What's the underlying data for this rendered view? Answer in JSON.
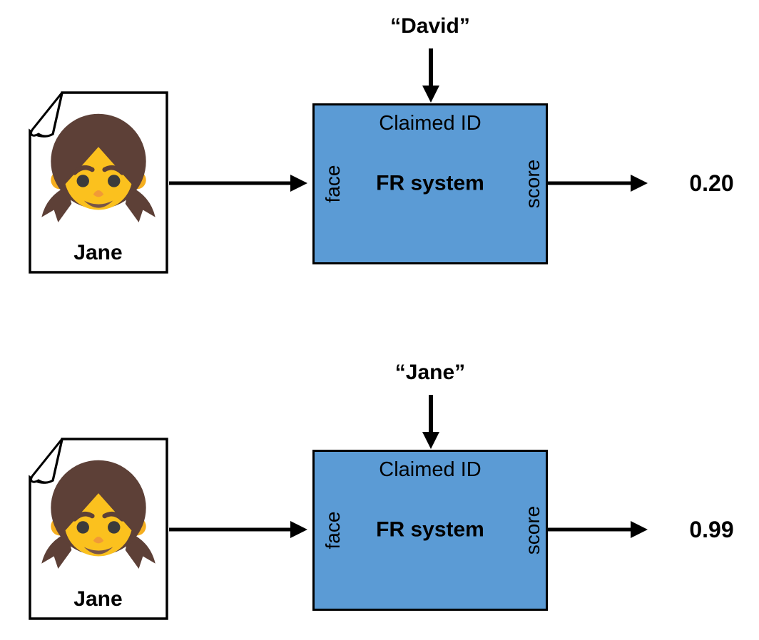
{
  "figure": {
    "colors": {
      "fr_box_fill": "#5B9BD5",
      "fr_box_border": "#000000",
      "arrow": "#000000",
      "document_fill": "#FFFFFF",
      "text": "#000000"
    },
    "icons": {
      "probe_image": "girl-emoji-icon",
      "probe_container": "document-page-icon",
      "fold": "folded-corner-icon"
    },
    "rows": [
      {
        "photo_label": "Jane",
        "claimed_id": "“David”",
        "fr_box": {
          "header": "Claimed ID",
          "title": "FR system",
          "input_port": "face",
          "output_port": "score"
        },
        "score": "0.20"
      },
      {
        "photo_label": "Jane",
        "claimed_id": "“Jane”",
        "fr_box": {
          "header": "Claimed ID",
          "title": "FR system",
          "input_port": "face",
          "output_port": "score"
        },
        "score": "0.99"
      }
    ]
  }
}
